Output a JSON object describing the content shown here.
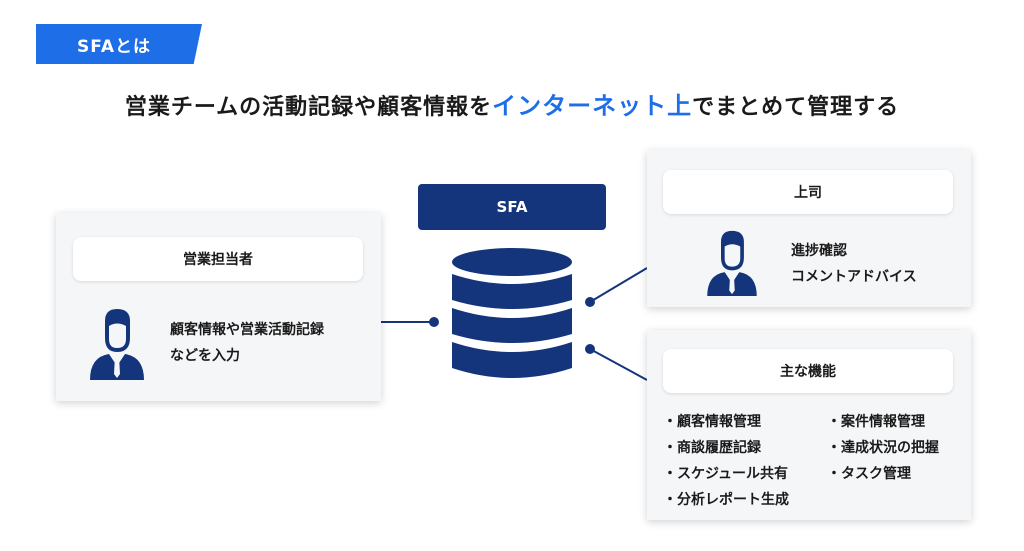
{
  "tag": {
    "label": "SFAとは"
  },
  "headline": {
    "before": "営業チームの活動記録や顧客情報を",
    "highlight": "インターネット上",
    "after": "でまとめて管理する"
  },
  "sfa": {
    "label": "SFA"
  },
  "sales_rep": {
    "title": "営業担当者",
    "line1": "顧客情報や営業活動記録",
    "line2": "などを入力"
  },
  "boss": {
    "title": "上司",
    "line1": "進捗確認",
    "line2": "コメントアドバイス"
  },
  "features": {
    "title": "主な機能",
    "left": [
      "・顧客情報管理",
      "・商談履歴記録",
      "・スケジュール共有",
      "・分析レポート生成"
    ],
    "right": [
      "・案件情報管理",
      "・達成状況の把握",
      "・タスク管理"
    ]
  },
  "colors": {
    "accent": "#1e6ee8",
    "navy": "#14357c"
  }
}
